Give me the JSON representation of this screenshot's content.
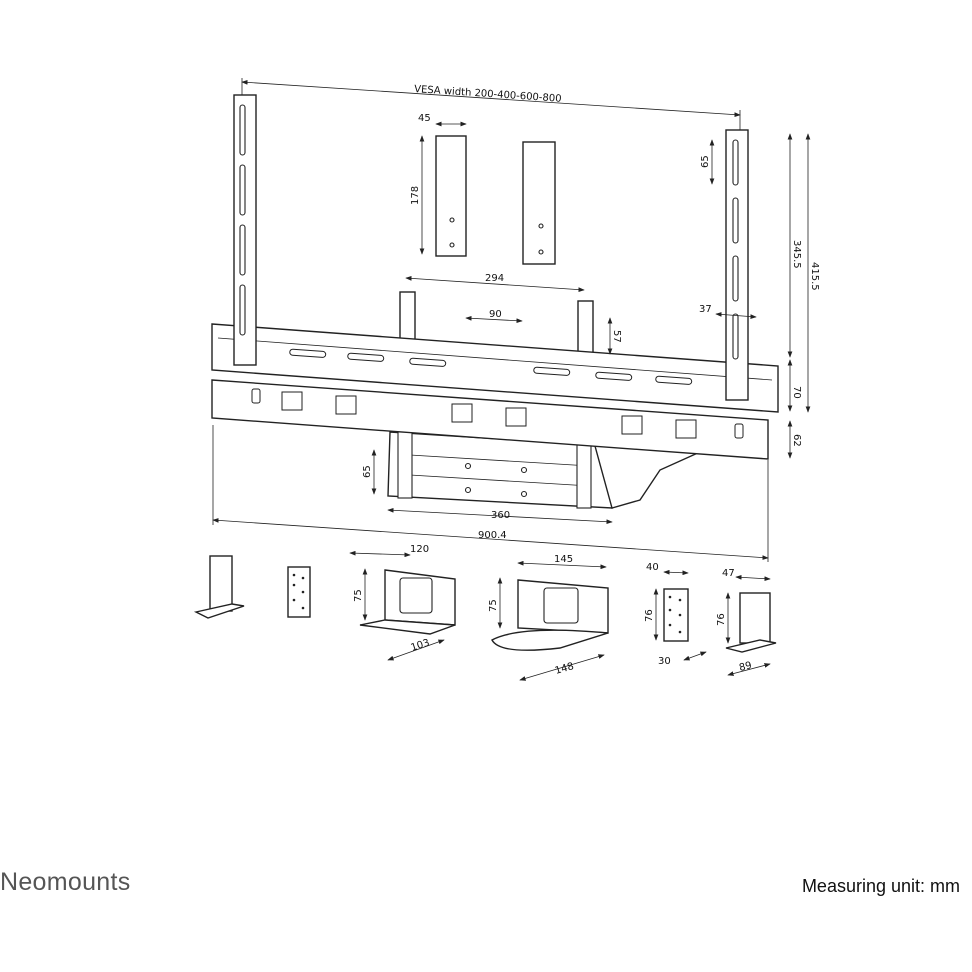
{
  "drawing": {
    "vesa_label": "VESA width 200-400-600-800",
    "dims": {
      "d45": "45",
      "d178": "178",
      "d65_top": "65",
      "d345": "345.5",
      "d415": "415.5",
      "d294": "294",
      "d90": "90",
      "d57": "57",
      "d37": "37",
      "d70": "70",
      "d62": "62",
      "d65_left": "65",
      "d360": "360",
      "d900": "900.4"
    },
    "accessories": {
      "a120": "120",
      "a75a": "75",
      "a103": "103",
      "a145": "145",
      "a75b": "75",
      "a148": "148",
      "a40": "40",
      "a76a": "76",
      "a30": "30",
      "a47": "47",
      "a76b": "76",
      "a89": "89"
    }
  },
  "footer": {
    "brand": "Neomounts",
    "unit": "Measuring unit: mm"
  }
}
